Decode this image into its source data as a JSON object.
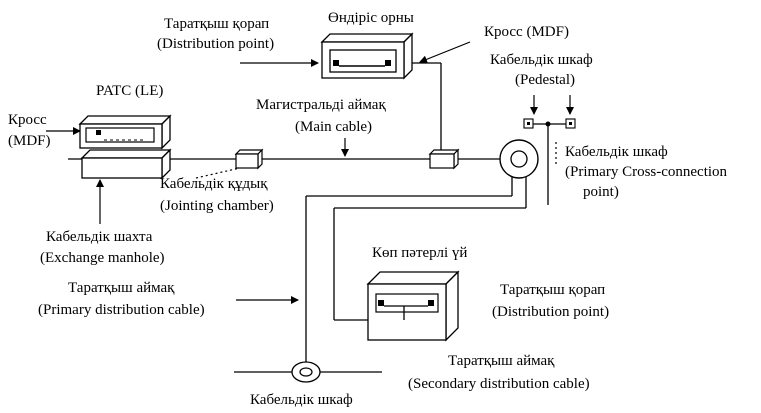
{
  "labels": {
    "production_site": "Өндіріс орны",
    "dist_point_top_kk": "Таратқыш қорап",
    "dist_point_top_en": "(Distribution point)",
    "mdf_top": "Кросс (MDF)",
    "pedestal_kk": "Кабельдік шкаф",
    "pedestal_en": "(Pedestal)",
    "patc": "PATC (LE)",
    "mdf_left_kk": "Кросс",
    "mdf_left_en": "(MDF)",
    "main_cable_kk": "Магистральді аймақ",
    "main_cable_en": "(Main cable)",
    "primary_cross_kk": "Кабельдік шкаф",
    "primary_cross_en1": "(Primary Cross-connection",
    "primary_cross_en2": "point)",
    "jointing_kk": "Кабельдік құдық",
    "jointing_en": "(Jointing chamber)",
    "manhole_kk": "Кабельдік шахта",
    "manhole_en": "(Exchange manhole)",
    "apartment": "Көп пәтерлі үй",
    "dist_point_right_kk": "Таратқыш қорап",
    "dist_point_right_en": "(Distribution point)",
    "primary_dist_kk": "Таратқыш аймақ",
    "primary_dist_en": "(Primary distribution cable)",
    "secondary_dist_kk": "Таратқыш аймақ",
    "secondary_dist_en": "(Secondary distribution cable)",
    "cabinet_bottom": "Кабельдік шкаф"
  }
}
